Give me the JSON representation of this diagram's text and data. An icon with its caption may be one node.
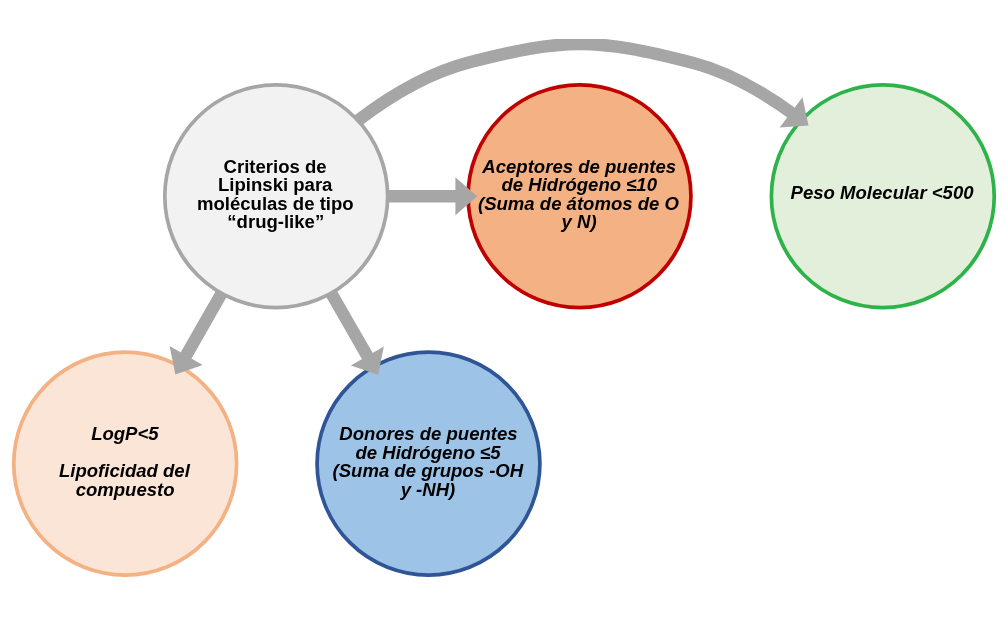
{
  "diagram": {
    "nodes": [
      {
        "text": [
          "Criterios de Lipinski para moléculas de tipo “drug-like”"
        ]
      },
      {
        "text": [
          "Peso Molecular <500"
        ]
      },
      {
        "text": [
          "Aceptores de puentes de Hidrógeno ≤10",
          "(Suma de átomos de O y N)"
        ]
      },
      {
        "text": [
          "LogP<5",
          "Lipoficidad del compuesto"
        ]
      },
      {
        "text": [
          "Donores de puentes de Hidrógeno ≤5",
          "(Suma de grupos -OH y -NH)"
        ]
      }
    ],
    "edges": [
      {
        "from": 0,
        "to": 1,
        "arrow": "to"
      },
      {
        "from": 0,
        "to": 2,
        "arrow": "to"
      },
      {
        "from": 0,
        "to": 3,
        "arrow": "to"
      },
      {
        "from": 0,
        "to": 4,
        "arrow": "to"
      }
    ]
  }
}
